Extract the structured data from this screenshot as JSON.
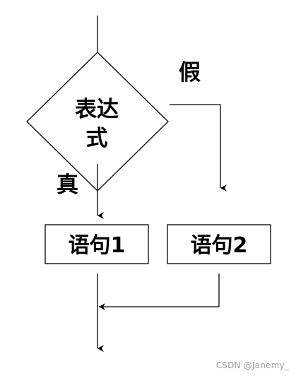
{
  "diagram": {
    "condition_line1": "表达",
    "condition_line2": "式",
    "true_label": "真",
    "false_label": "假",
    "statement1": "语句1",
    "statement2": "语句2"
  },
  "watermark": "CSDN @Janemy_",
  "colors": {
    "stroke": "#000000",
    "background": "#ffffff",
    "watermark": "#9a9a9a"
  }
}
